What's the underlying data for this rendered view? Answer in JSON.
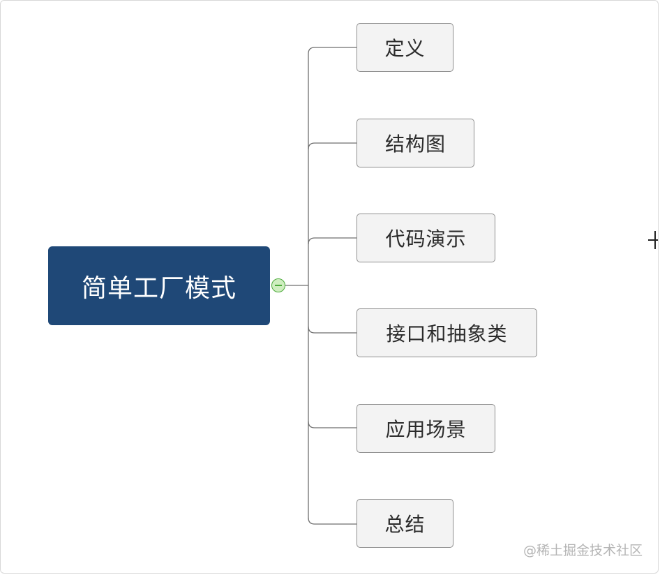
{
  "root": {
    "label": "简单工厂模式",
    "bg_color": "#1f4877",
    "text_color": "#ffffff"
  },
  "toggle": {
    "icon": "collapse-minus-icon",
    "color": "#4caa3b"
  },
  "children": [
    {
      "label": "定义"
    },
    {
      "label": "结构图"
    },
    {
      "label": "代码演示"
    },
    {
      "label": "接口和抽象类"
    },
    {
      "label": "应用场景"
    },
    {
      "label": "总结"
    }
  ],
  "connector_color": "#6e6e6e",
  "watermark": "@稀土掘金技术社区"
}
